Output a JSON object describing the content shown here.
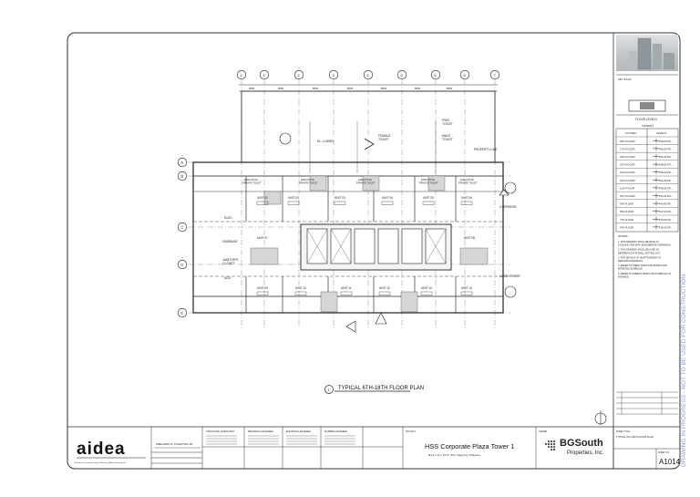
{
  "drawing": {
    "title": "TYPICAL 6TH-18TH FLOOR PLAN",
    "title_number": "1",
    "grid_cols": [
      "1",
      "2",
      "3",
      "4",
      "5",
      "6",
      "7"
    ],
    "grid_rows": [
      "A",
      "B",
      "C",
      "D",
      "E"
    ],
    "dim_labels": [
      "8500",
      "8500",
      "8500",
      "8500",
      "8500",
      "8500",
      "8500"
    ],
    "callouts": {
      "elev_lobby": "EL. LOBBY",
      "female_toilet": "FEMALE\nTOILET",
      "male_toilet": "MALE\nTOILET",
      "pwd_toilet": "PWD\nTOILET",
      "property_line": "PROPERTY LINE",
      "corridor": "CORRIDOR",
      "elec": "ELEC.",
      "aux": "AUX",
      "janitors_closet": "JANITOR'S\nCLOSET",
      "garbage": "GARBAGE",
      "fire_exit": "FIRE EXIT\nLOBBY",
      "common_corridor": "COMMON\nCORRIDOR"
    },
    "units_top": [
      "UNIT 01",
      "UNIT 02",
      "UNIT 03",
      "UNIT 04",
      "UNIT 05",
      "UNIT 06"
    ],
    "units_mid": [
      "UNIT 07",
      "UNIT 08"
    ],
    "units_bottom": [
      "UNIT 09",
      "UNIT 10",
      "UNIT 11",
      "UNIT 12",
      "UNIT 13",
      "UNIT 14"
    ],
    "toilet_label": "EXECUTIVE\nPRIVATE TOILET"
  },
  "sidebar": {
    "key_plan_label": "KEY PLAN",
    "floor_levels_title": "FLOOR LEVELS",
    "tower_label": "TOWER 1",
    "col_headers": [
      "FLOORS",
      "LEVELS"
    ],
    "rows": [
      [
        "18TH FLOOR",
        "+69.60 FFL"
      ],
      [
        "17TH FLOOR",
        "+66.00 FFL"
      ],
      [
        "16TH FLOOR",
        "+62.40 FFL"
      ],
      [
        "15TH FLOOR",
        "+58.80 FFL"
      ],
      [
        "14TH FLOOR",
        "+55.20 FFL"
      ],
      [
        "12TH FLOOR",
        "+51.60 FFL"
      ],
      [
        "11TH FLOOR",
        "+48.00 FFL"
      ],
      [
        "10TH FLOOR",
        "+44.40 FFL"
      ],
      [
        "9TH FLOOR",
        "+40.80 FFL"
      ],
      [
        "8TH FLOOR",
        "+37.20 FFL"
      ],
      [
        "7TH FLOOR",
        "+33.60 FFL"
      ],
      [
        "6TH FLOOR",
        "+30.00 FFL"
      ]
    ],
    "notes_title": "NOTES:",
    "notes": [
      "1. THIS DRAWING SHALL BE READ IN CONJUNCTION WITH ENGINEERING DRAWINGS.",
      "2. THIS DRAWING SHALL BE USED AS REFERENCE FOR WALL SETTING OUT.",
      "3. FOR DETAILS OF SHAFTS REFER TO SERVICES DRAWINGS.",
      "4. REFER TO SHEET A9000 FOR DOORS AND WINDOWS SCHEDULE.",
      "5. REFER TO SHEETS A9000 FOR SCHEDULE OF FINISHES."
    ],
    "vertical_stamp": "DRAWING IN PROGRESS - NOT TO BE USED FOR CONSTRUCTION"
  },
  "title_block": {
    "firm_logo": "aidea",
    "firm_sub": "Architecture, Interior Design & Planning | Aidea Incorporated",
    "architect_name": "ABELARDO M. TOLENTINO JR.",
    "consultants": [
      "STRUCTURAL CONSULTANT",
      "MECHANICAL ENGINEER",
      "ELECTRICAL ENGINEER",
      "PLUMBING ENGINEER"
    ],
    "project_label": "PROJECT",
    "project_name": "HSS Corporate Plaza Tower 1",
    "project_address": "Block 1 Lot 1, 4th St., BGC, Taguig City, Philippines",
    "owner_label": "OWNER",
    "owner_name": "BGSouth",
    "owner_sub": "Properties, Inc.",
    "sheet_title_label": "SHEET TITLE",
    "sheet_title": "TYPICAL 6TH-18TH FLOOR PLAN",
    "sheet_no_label": "SHEET NO.",
    "sheet_no": "A1014"
  },
  "colors": {
    "line": "#222222",
    "stamp": "#8a9fd4",
    "hatch": "#cccccc"
  }
}
